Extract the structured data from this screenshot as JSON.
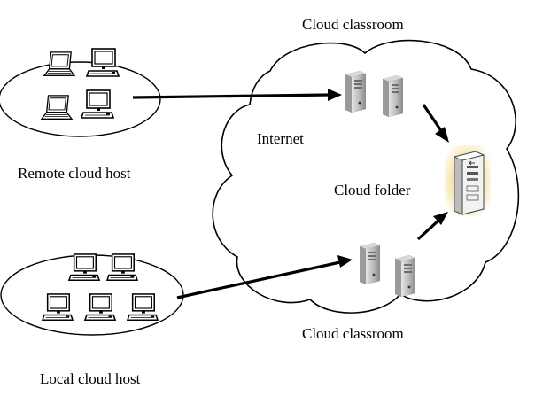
{
  "labels": {
    "cloud_classroom_top": "Cloud classroom",
    "cloud_classroom_bottom": "Cloud classroom",
    "internet": "Internet",
    "cloud_folder": "Cloud folder",
    "remote_cloud_host": "Remote cloud host",
    "local_cloud_host": "Local cloud host"
  },
  "icons": {
    "remote_group": [
      "laptop-icon",
      "desktop-computer-icon",
      "laptop-icon",
      "desktop-computer-icon"
    ],
    "local_group": [
      "desktop-computer-icon",
      "desktop-computer-icon",
      "desktop-computer-icon",
      "desktop-computer-icon",
      "desktop-computer-icon"
    ],
    "classroom_servers": [
      "server-icon",
      "server-icon"
    ],
    "folder_server": "file-server-icon"
  },
  "colors": {
    "stroke": "#000000",
    "server_body": "#c8c8c8",
    "server_dark": "#5a5a5a",
    "folder_glow": "#f3dfa0"
  }
}
